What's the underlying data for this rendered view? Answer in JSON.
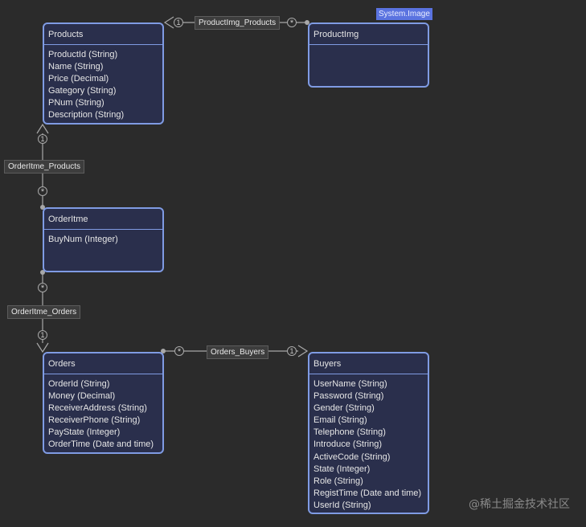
{
  "colors": {
    "background": "#2b2b2b",
    "entity_fill": "#2a2f4c",
    "entity_border": "#7f9be3",
    "connector": "#a8a8a8",
    "badge": "#5a73e0"
  },
  "entities": {
    "products": {
      "title": "Products",
      "properties": [
        "ProductId (String)",
        "Name (String)",
        "Price (Decimal)",
        "Gategory (String)",
        "PNum (String)",
        "Description (String)"
      ]
    },
    "productimg": {
      "title": "ProductImg",
      "badge": "System.Image",
      "properties": []
    },
    "orderitme": {
      "title": "OrderItme",
      "properties": [
        "BuyNum (Integer)"
      ]
    },
    "orders": {
      "title": "Orders",
      "properties": [
        "OrderId (String)",
        "Money (Decimal)",
        "ReceiverAddress (String)",
        "ReceiverPhone (String)",
        "PayState (Integer)",
        "OrderTime (Date and time)"
      ]
    },
    "buyers": {
      "title": "Buyers",
      "properties": [
        "UserName (String)",
        "Password (String)",
        "Gender (String)",
        "Email (String)",
        "Telephone (String)",
        "Introduce (String)",
        "ActiveCode (String)",
        "State (Integer)",
        "Role (String)",
        "RegistTime (Date and time)",
        "UserId (String)"
      ]
    }
  },
  "associations": {
    "productimg_products": {
      "label": "ProductImg_Products",
      "one": "1",
      "many": "*"
    },
    "orderitme_products": {
      "label": "OrderItme_Products",
      "one": "1",
      "many": "*"
    },
    "orderitme_orders": {
      "label": "OrderItme_Orders",
      "one": "1",
      "many": "*"
    },
    "orders_buyers": {
      "label": "Orders_Buyers",
      "one": "1",
      "many": "*"
    }
  },
  "watermark": "@稀土掘金技术社区"
}
